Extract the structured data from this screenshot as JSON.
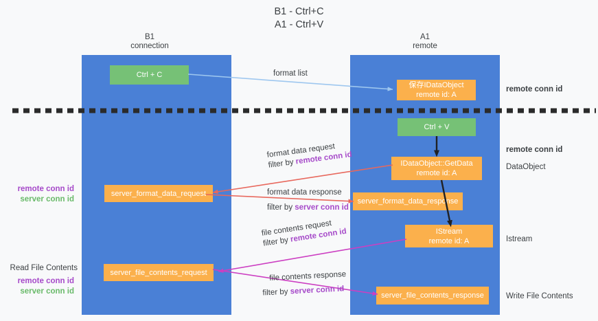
{
  "title": {
    "line1": "B1 - Ctrl+C",
    "line2": "A1 - Ctrl+V"
  },
  "lanes": [
    {
      "id": "b1",
      "title_line1": "B1",
      "title_line2": "connection",
      "color": "#4a80d6"
    },
    {
      "id": "a1",
      "title_line1": "A1",
      "title_line2": "remote",
      "color": "#4a80d6"
    }
  ],
  "nodes": {
    "ctrl_c": {
      "label": "Ctrl + C",
      "sub": "",
      "color": "#76c176"
    },
    "save_idataobject": {
      "label": "保存IDataObject",
      "sub": "remote id: A",
      "color": "#fbb04c"
    },
    "ctrl_v": {
      "label": "Ctrl + V",
      "sub": "",
      "color": "#76c176"
    },
    "getdata": {
      "label": "IDataObject::GetData",
      "sub": "remote id: A",
      "color": "#fbb04c"
    },
    "fmt_req": {
      "label": "server_format_data_request",
      "sub": "",
      "color": "#fbb04c"
    },
    "fmt_res": {
      "label": "server_format_data_response",
      "sub": "",
      "color": "#fbb04c"
    },
    "istream": {
      "label": "IStream",
      "sub": "remote id: A",
      "color": "#fbb04c"
    },
    "file_req": {
      "label": "server_file_contents_request",
      "sub": "",
      "color": "#fbb04c"
    },
    "file_res": {
      "label": "server_file_contents_response",
      "sub": "",
      "color": "#fbb04c"
    }
  },
  "edge_labels": {
    "format_list": "format list",
    "fmt_req_l1": "format data request",
    "fmt_req_l2_prefix": "filter by ",
    "fmt_req_l2_key": "remote conn id",
    "fmt_res_l1": "format data response",
    "fmt_res_l2_prefix": "filter by ",
    "fmt_res_l2_key": "server conn id",
    "file_req_l1": "file contents request",
    "file_req_l2_prefix": "filter by ",
    "file_req_l2_key": "remote conn id",
    "file_res_l1": "file contents response",
    "file_res_l2_prefix": "filter by ",
    "file_res_l2_key": "server conn id"
  },
  "right_notes": {
    "remote_conn_top": "remote conn id",
    "remote_conn_mid": "remote conn id",
    "dataobject": "DataObject",
    "istream": "Istream",
    "write_file_contents": "Write File Contents"
  },
  "left_notes": {
    "remote_conn_mid": "remote conn id",
    "server_conn_mid": "server conn id",
    "read_file_contents": "Read File Contents",
    "remote_conn_bot": "remote conn id",
    "server_conn_bot": "server conn id"
  },
  "colors": {
    "lane_blue": "#4a80d6",
    "node_green": "#76c176",
    "node_orange": "#fbb04c",
    "accent_purple": "#a64ac9",
    "accent_green": "#6aba6a",
    "wire_blue": "#9ec7ef",
    "wire_red": "#e8685d",
    "wire_magenta": "#cc3fc2",
    "wire_black": "#202124",
    "divider_black": "#2b2b2b",
    "page_bg": "#f8f9fa",
    "text": "#3c4043"
  }
}
